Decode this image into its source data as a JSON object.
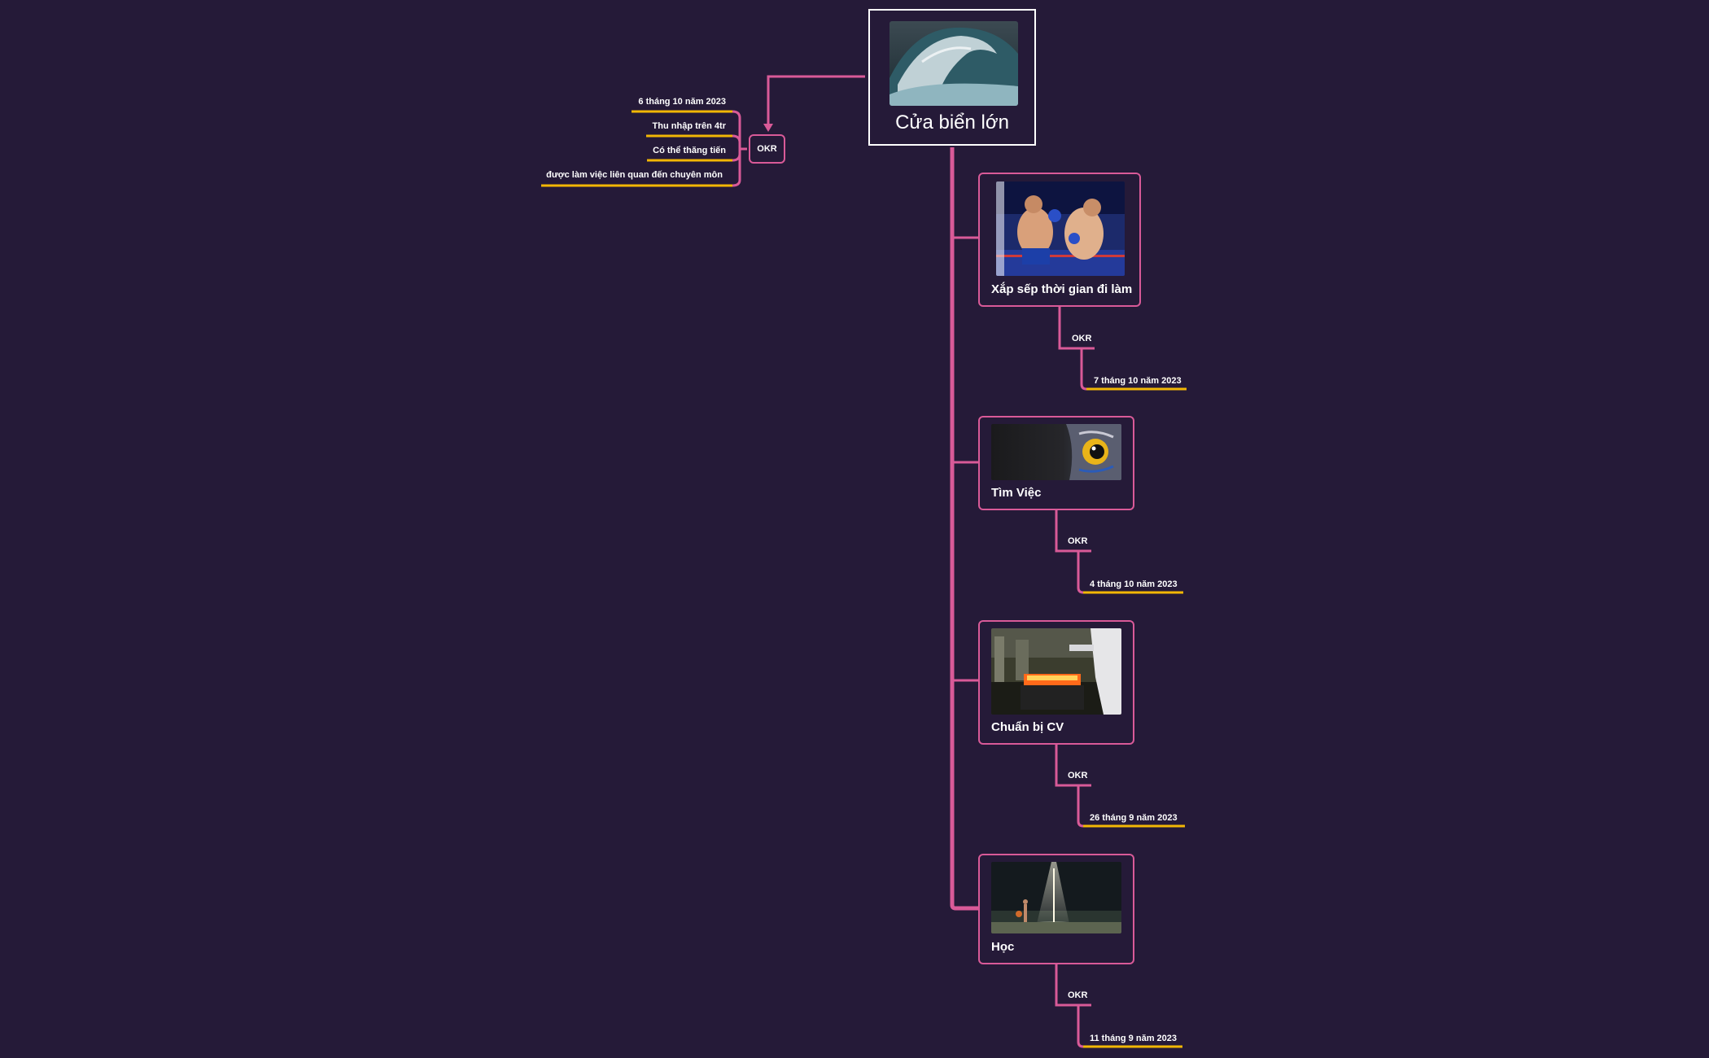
{
  "central": {
    "title": "Cửa biển lớn",
    "image": "wave-image"
  },
  "okr_label": "OKR",
  "central_okr": {
    "label": "OKR",
    "leaves": [
      "6 tháng 10 năm 2023",
      "Thu nhập trên 4tr",
      "Có thể thăng tiến",
      "được làm việc liên quan đến chuyên môn"
    ]
  },
  "branches": [
    {
      "title": "Xắp sếp thời gian đi làm",
      "image": "boxing-image",
      "okr": "OKR",
      "date": "7 tháng 10 năm 2023"
    },
    {
      "title": "Tìm Việc",
      "image": "owl-eye-image",
      "okr": "OKR",
      "date": "4 tháng 10 năm 2023"
    },
    {
      "title": "Chuẩn bị CV",
      "image": "forge-image",
      "okr": "OKR",
      "date": "26 tháng 9 năm 2023"
    },
    {
      "title": "Học",
      "image": "spotlight-image",
      "okr": "OKR",
      "date": "11 tháng 9 năm 2023"
    }
  ],
  "colors": {
    "background": "#251a38",
    "branch": "#d95a98",
    "underline": "#f2b705",
    "central_border": "#ffffff"
  }
}
